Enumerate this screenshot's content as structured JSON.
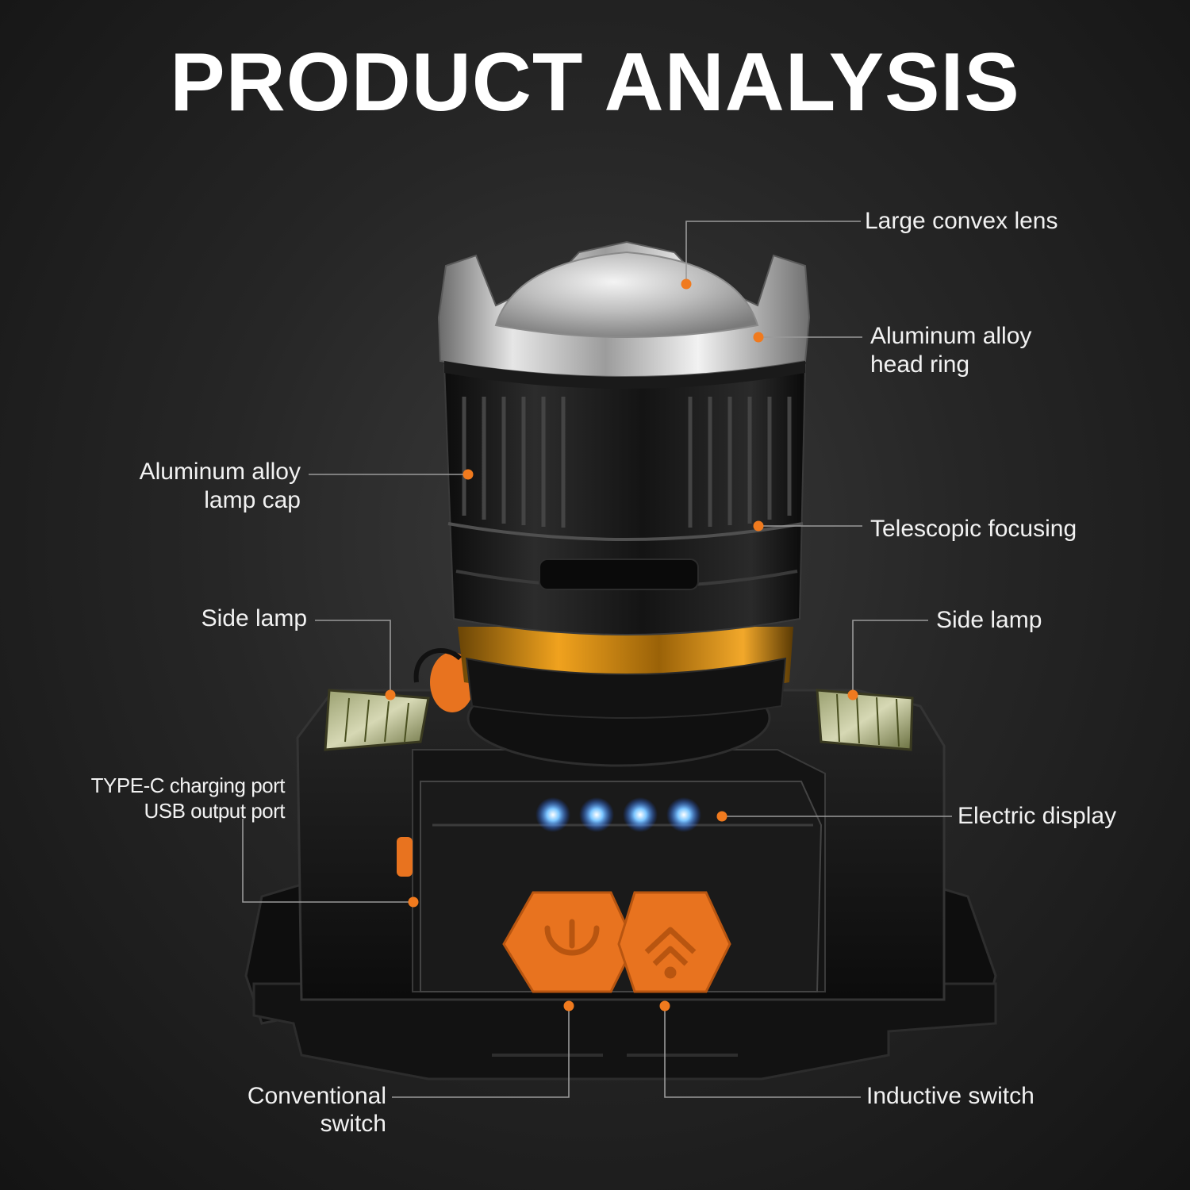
{
  "title": "PRODUCT ANALYSIS",
  "colors": {
    "accent": "#f07a1e",
    "leader": "#9a9a9a",
    "led": "#5ab4ff",
    "button": "#e8731f",
    "ring": "#e09a1a"
  },
  "labels": {
    "large_convex_lens": "Large convex lens",
    "head_ring_1": "Aluminum alloy",
    "head_ring_2": "head ring",
    "lamp_cap_1": "Aluminum alloy",
    "lamp_cap_2": "lamp cap",
    "telescopic_focusing": "Telescopic focusing",
    "side_lamp_left": "Side lamp",
    "side_lamp_right": "Side lamp",
    "type_c_port": "TYPE-C charging port",
    "usb_port": "USB output port",
    "electric_display": "Electric display",
    "conventional_1": "Conventional",
    "conventional_2": "switch",
    "inductive_switch": "Inductive switch"
  },
  "icons": [
    "power-icon",
    "mode-chevron-icon"
  ]
}
